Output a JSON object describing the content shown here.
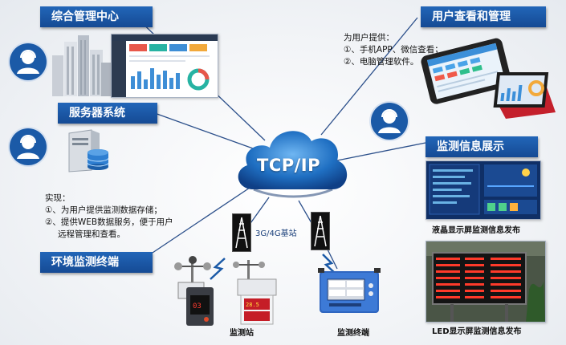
{
  "banners": {
    "management_center": "综合管理中心",
    "server_system": "服务器系统",
    "env_terminal": "环境监测终端",
    "user_view": "用户查看和管理",
    "monitor_display": "监测信息展示"
  },
  "cloud_label": "TCP/IP",
  "base_station_label": "3G/4G基站",
  "user_view_text": [
    "为用户提供：",
    "①、手机APP、微信查看；",
    "②、电脑管理软件。"
  ],
  "server_text": [
    "实现：",
    "①、为用户提供监测数据存储；",
    "②、提供WEB数据服务，便于用户",
    "远程管理和查看。"
  ],
  "captions": {
    "station": "监测站",
    "terminal": "监测终端",
    "lcd": "液晶显示屏监测信息发布",
    "led": "LED显示屏监测信息发布"
  },
  "icons": [
    "person-icon",
    "cloud-icon",
    "tower-icon",
    "building-icon",
    "server-icon",
    "phone-icon",
    "tablet-icon"
  ],
  "colors": {
    "banner": "#1a5aa8",
    "line": "#2b4f8a",
    "cloud": "#1f6fc2"
  }
}
